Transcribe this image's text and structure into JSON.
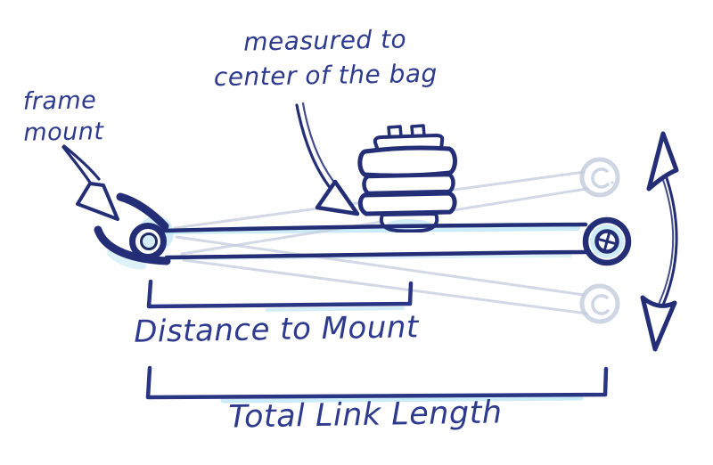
{
  "title": "Air spring link measurement sketch",
  "labels": {
    "measured": {
      "line1": "measured to",
      "line2": "center of the bag"
    },
    "frame_mount": {
      "line1": "frame",
      "line2": "mount"
    },
    "distance_to_mount": "Distance to Mount",
    "total_link_length": "Total Link Length"
  },
  "colors": {
    "ink": "#232e76",
    "ink_text": "#2d3a8e",
    "bracket": "#2a3583",
    "highlight": "#a9ddf0",
    "ghost": "#c3cbdd",
    "background": "#ffffff"
  },
  "icons": {
    "frame-mount-arrow-icon": "hollow sketched arrow pointing at frame mount",
    "bag-pointer-arrow-icon": "curved hollow arrow pointing at center of bag",
    "travel-arc-arrow-icon": "double-headed arc arrow showing link travel"
  }
}
